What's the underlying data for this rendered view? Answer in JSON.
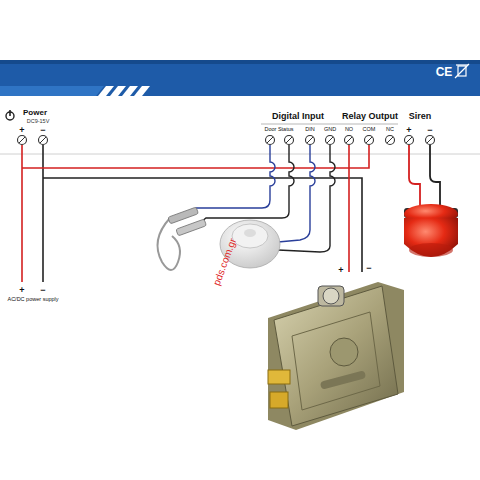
{
  "diagram": {
    "labels": [
      "CE",
      "Power",
      "DC9-15V",
      "+",
      "−",
      "Digital Input",
      "Door Status",
      "DIN",
      "GND",
      "Relay Output",
      "NO",
      "COM",
      "NC",
      "Siren",
      "+",
      "−",
      "+",
      "−",
      "AC/DC power supply",
      "+",
      "−",
      "pds.com.gr"
    ]
  }
}
